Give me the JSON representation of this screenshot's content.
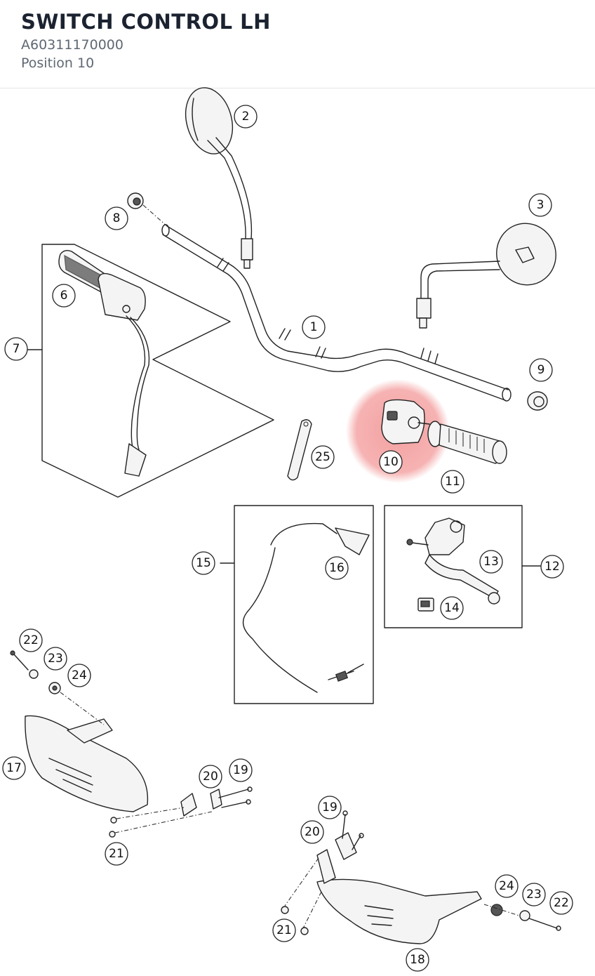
{
  "header": {
    "title": "SWITCH CONTROL LH",
    "part_number": "A60311170000",
    "position_label": "Position 10"
  },
  "highlight": {
    "color": "#f08080",
    "position": "10"
  },
  "callouts": [
    {
      "id": "c1",
      "label": "1"
    },
    {
      "id": "c2",
      "label": "2"
    },
    {
      "id": "c3",
      "label": "3"
    },
    {
      "id": "c6",
      "label": "6"
    },
    {
      "id": "c7",
      "label": "7"
    },
    {
      "id": "c8",
      "label": "8"
    },
    {
      "id": "c9",
      "label": "9"
    },
    {
      "id": "c10",
      "label": "10"
    },
    {
      "id": "c11",
      "label": "11"
    },
    {
      "id": "c12",
      "label": "12"
    },
    {
      "id": "c13",
      "label": "13"
    },
    {
      "id": "c14",
      "label": "14"
    },
    {
      "id": "c15",
      "label": "15"
    },
    {
      "id": "c16",
      "label": "16"
    },
    {
      "id": "c17",
      "label": "17"
    },
    {
      "id": "c18",
      "label": "18"
    },
    {
      "id": "c19a",
      "label": "19"
    },
    {
      "id": "c20a",
      "label": "20"
    },
    {
      "id": "c21a",
      "label": "21"
    },
    {
      "id": "c22a",
      "label": "22"
    },
    {
      "id": "c23a",
      "label": "23"
    },
    {
      "id": "c24a",
      "label": "24"
    },
    {
      "id": "c19b",
      "label": "19"
    },
    {
      "id": "c20b",
      "label": "20"
    },
    {
      "id": "c21b",
      "label": "21"
    },
    {
      "id": "c22b",
      "label": "22"
    },
    {
      "id": "c23b",
      "label": "23"
    },
    {
      "id": "c24b",
      "label": "24"
    },
    {
      "id": "c25",
      "label": "25"
    }
  ]
}
